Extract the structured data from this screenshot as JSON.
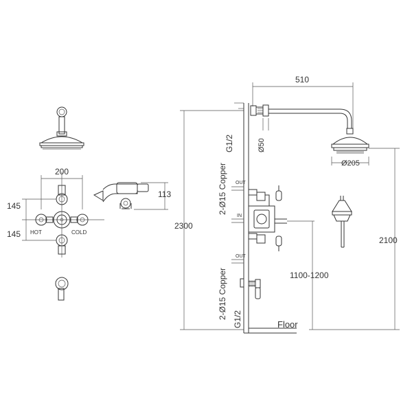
{
  "dimensions": {
    "left_width": "200",
    "upper_spacing": "145",
    "lower_spacing": "145",
    "handset_height": "113",
    "arm_length": "510",
    "total_height": "2300",
    "head_height": "2100",
    "valve_height": "1100-1200",
    "head_diameter": "Ø205",
    "arm_diameter": "Ø50"
  },
  "labels": {
    "hot": "HOT",
    "cold": "COLD",
    "out_top": "OUT",
    "in": "IN",
    "out_bottom": "OUT",
    "copper_top": "2-Ø15 Copper",
    "copper_bottom": "2-Ø15 Copper",
    "thread_top": "G1/2",
    "thread_bottom": "G1/2",
    "floor": "Floor"
  },
  "colors": {
    "line": "#333333",
    "background": "#ffffff"
  }
}
